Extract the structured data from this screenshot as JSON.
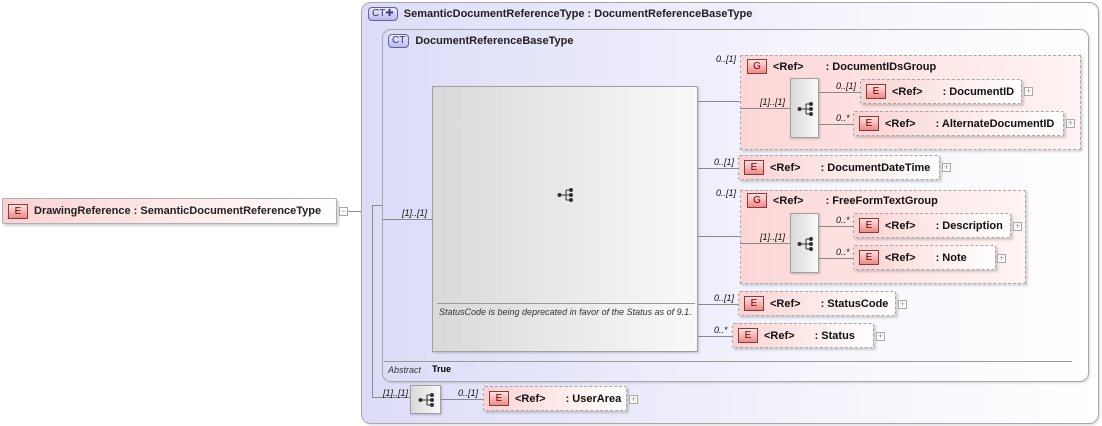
{
  "root_element": {
    "badge": "E",
    "name": "DrawingReference",
    "type": "SemanticDocumentReferenceType",
    "collapse_icon": "minus-icon"
  },
  "outer_type": {
    "badge": "CT",
    "badge_icon": "plus-derived-icon",
    "title": "SemanticDocumentReferenceType : DocumentReferenceBaseType"
  },
  "inner_type": {
    "badge": "CT",
    "title": "DocumentReferenceBaseType",
    "abstract_label": "Abstract",
    "abstract_value": "True"
  },
  "main_sequence": {
    "multiplicity": "[1]..[1]",
    "annotation": "StatusCode is being deprecated in favor of the Status as of 9.1.",
    "icon": "sequence-icon"
  },
  "children": [
    {
      "kind": "group",
      "badge": "G",
      "ref": "<Ref>",
      "name": ": DocumentIDsGroup",
      "multiplicity": "0..[1]",
      "sequence_multiplicity": "[1]..[1]",
      "children": [
        {
          "badge": "E",
          "ref": "<Ref>",
          "name": ": DocumentID",
          "multiplicity": "0..[1]"
        },
        {
          "badge": "E",
          "ref": "<Ref>",
          "name": ": AlternateDocumentID",
          "multiplicity": "0..*"
        }
      ]
    },
    {
      "kind": "element",
      "badge": "E",
      "ref": "<Ref>",
      "name": ": DocumentDateTime",
      "multiplicity": "0..[1]"
    },
    {
      "kind": "group",
      "badge": "G",
      "ref": "<Ref>",
      "name": ": FreeFormTextGroup",
      "multiplicity": "0..[1]",
      "sequence_multiplicity": "[1]..[1]",
      "children": [
        {
          "badge": "E",
          "ref": "<Ref>",
          "name": ": Description",
          "multiplicity": "0..*"
        },
        {
          "badge": "E",
          "ref": "<Ref>",
          "name": ": Note",
          "multiplicity": "0..*"
        }
      ]
    },
    {
      "kind": "element",
      "badge": "E",
      "ref": "<Ref>",
      "name": ": StatusCode",
      "multiplicity": "0..[1]"
    },
    {
      "kind": "element",
      "badge": "E",
      "ref": "<Ref>",
      "name": ": Status",
      "multiplicity": "0..*"
    }
  ],
  "extension_sequence": {
    "multiplicity": "[1]..[1]",
    "child": {
      "badge": "E",
      "ref": "<Ref>",
      "name": ": UserArea",
      "multiplicity": "0..[1]"
    }
  },
  "expand_symbol": "+",
  "collapse_symbol": "−",
  "colors": {
    "element_bg": "#fbd2d2",
    "complex_type_bg": "#dcdcf8",
    "badge_border": "#8b3a3a",
    "connector": "#8a8a8a"
  }
}
